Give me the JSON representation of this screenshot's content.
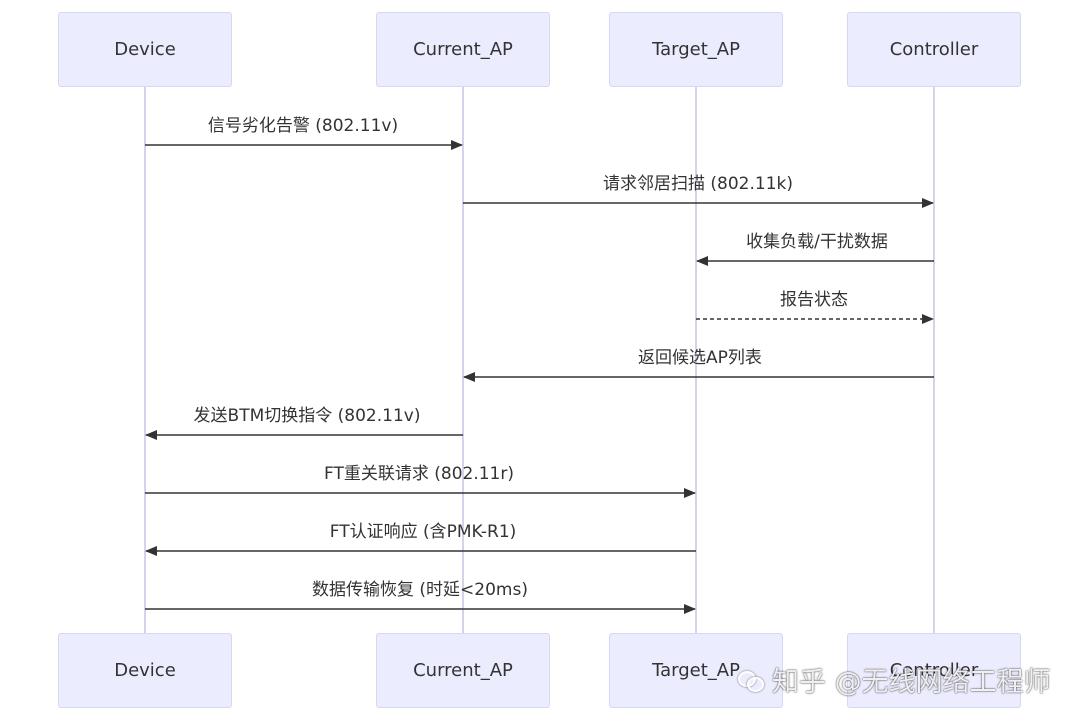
{
  "actors": {
    "device": "Device",
    "current_ap": "Current_AP",
    "target_ap": "Target_AP",
    "controller": "Controller"
  },
  "messages": [
    {
      "from": "device",
      "to": "current_ap",
      "label": "信号劣化告警 (802.11v)",
      "style": "solid"
    },
    {
      "from": "current_ap",
      "to": "controller",
      "label": "请求邻居扫描 (802.11k)",
      "style": "solid"
    },
    {
      "from": "controller",
      "to": "target_ap",
      "label": "收集负载/干扰数据",
      "style": "solid"
    },
    {
      "from": "target_ap",
      "to": "controller",
      "label": "报告状态",
      "style": "dashed"
    },
    {
      "from": "controller",
      "to": "current_ap",
      "label": "返回候选AP列表",
      "style": "solid"
    },
    {
      "from": "current_ap",
      "to": "device",
      "label": "发送BTM切换指令 (802.11v)",
      "style": "solid"
    },
    {
      "from": "device",
      "to": "target_ap",
      "label": "FT重关联请求 (802.11r)",
      "style": "solid"
    },
    {
      "from": "target_ap",
      "to": "device",
      "label": "FT认证响应 (含PMK-R1)",
      "style": "solid"
    },
    {
      "from": "device",
      "to": "target_ap",
      "label": "数据传输恢复 (时延<20ms)",
      "style": "solid"
    }
  ],
  "watermark": "知乎 @无线网络工程师",
  "colors": {
    "actor_fill": "#ECECFF",
    "actor_border": "#d6d6f5",
    "lifeline": "#d3d3ea",
    "arrow": "#333333",
    "text": "#333333"
  }
}
